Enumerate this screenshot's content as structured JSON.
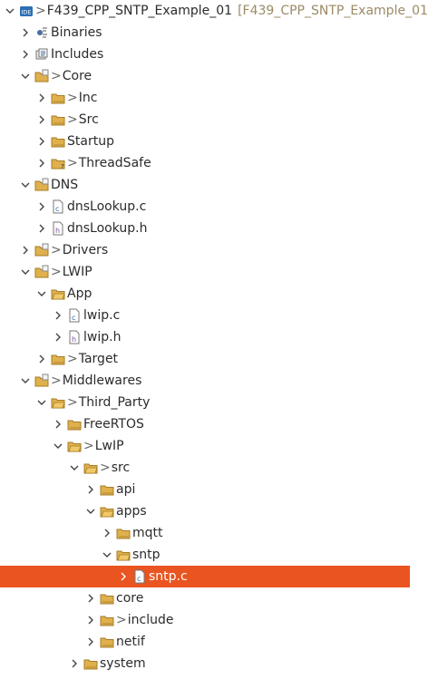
{
  "project": {
    "name": "F439_CPP_SNTP_Example_01",
    "suffix": "[F439_CPP_SNTP_Example_01"
  },
  "tree": {
    "binaries": "Binaries",
    "includes": "Includes",
    "core": "Core",
    "inc": "Inc",
    "src": "Src",
    "startup": "Startup",
    "threadsafe": "ThreadSafe",
    "dns": "DNS",
    "dnslookup_c": "dnsLookup.c",
    "dnslookup_h": "dnsLookup.h",
    "drivers": "Drivers",
    "lwip": "LWIP",
    "app": "App",
    "lwip_c": "lwip.c",
    "lwip_h": "lwip.h",
    "target": "Target",
    "middlewares": "Middlewares",
    "third_party": "Third_Party",
    "freertos": "FreeRTOS",
    "lwip2": "LwIP",
    "src2": "src",
    "api": "api",
    "apps": "apps",
    "mqtt": "mqtt",
    "sntp": "sntp",
    "sntp_c": "sntp.c",
    "core2": "core",
    "include": "include",
    "netif": "netif",
    "system": "system"
  },
  "pre_marker": ">",
  "colors": {
    "selection": "#e95420",
    "folder": "#d9a94a"
  }
}
